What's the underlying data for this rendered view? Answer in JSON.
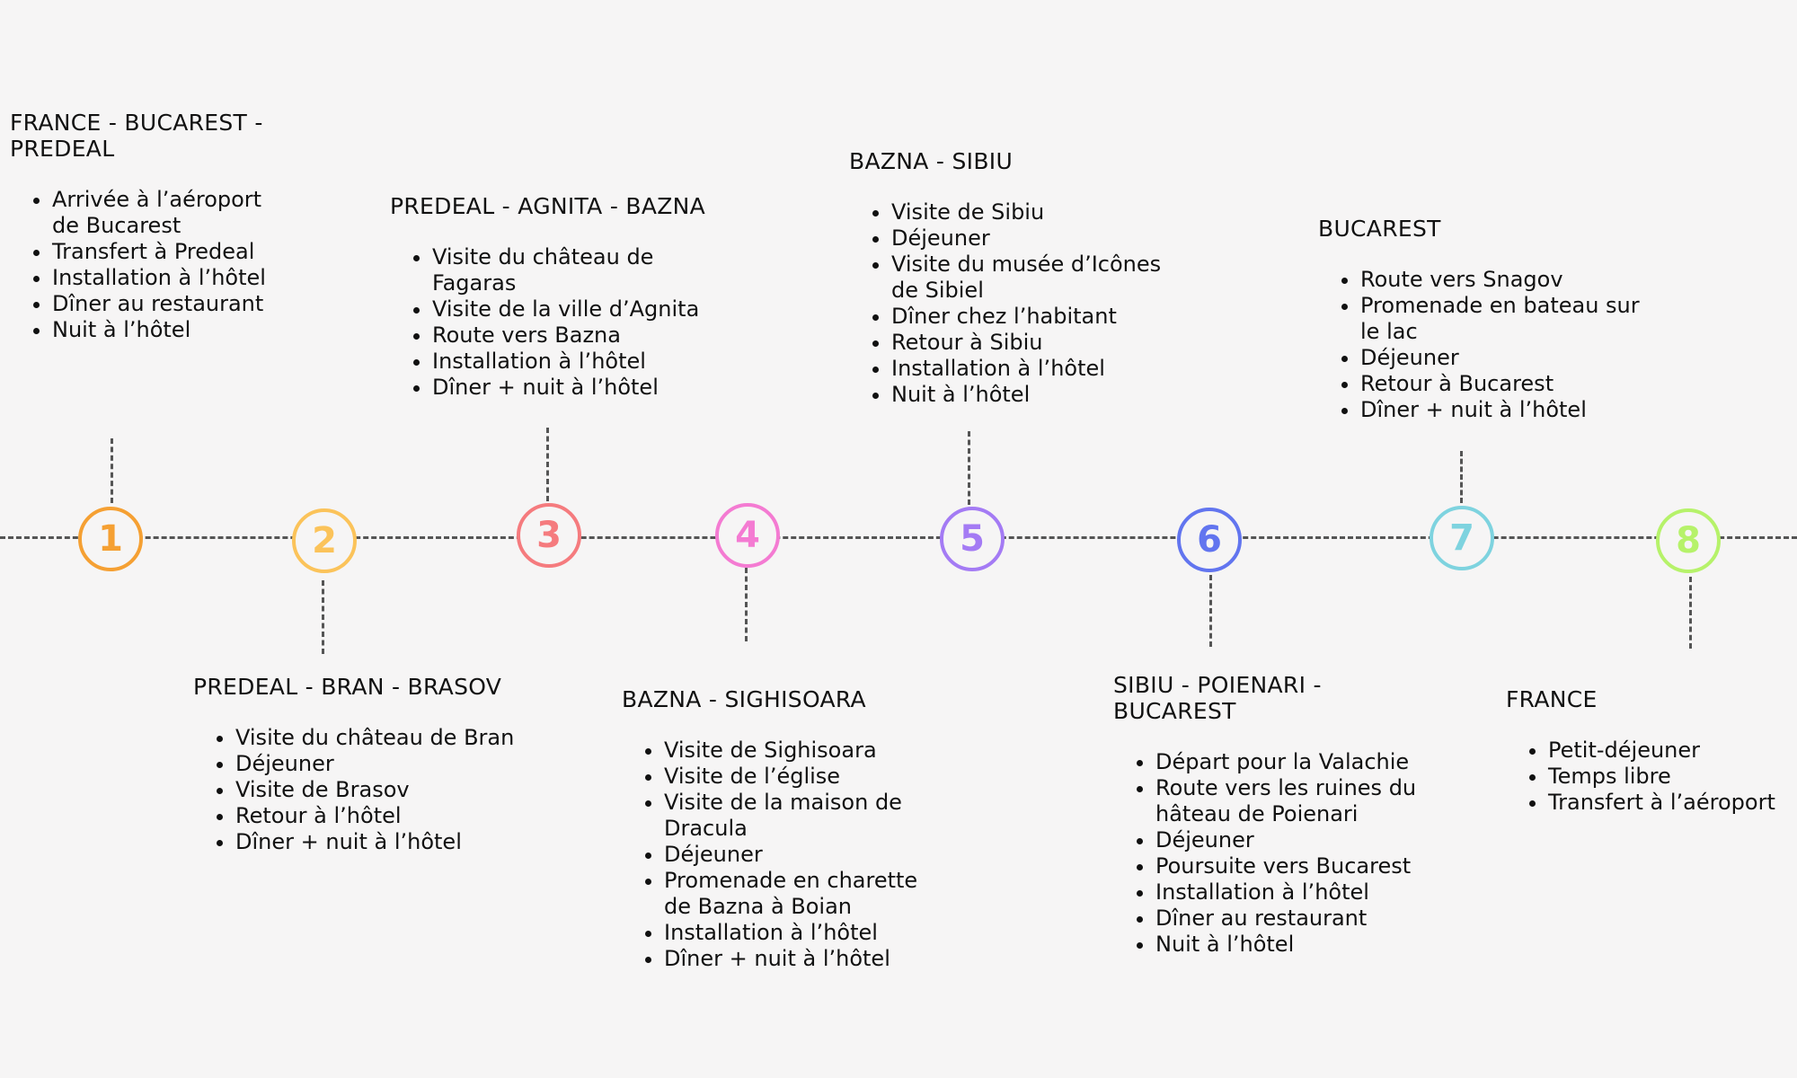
{
  "timeline": {
    "stops": [
      {
        "number": "1",
        "color": "#f5a033",
        "title": "FRANCE - BUCAREST - PREDEAL",
        "items": [
          "Arrivée à l’aéroport de Bucarest",
          "Transfert à Predeal",
          "Installation à l’hôtel",
          "Dîner au restaurant",
          "Nuit à l’hôtel"
        ]
      },
      {
        "number": "2",
        "color": "#fbc35a",
        "title": "PREDEAL - BRAN - BRASOV",
        "items": [
          "Visite du château de Bran",
          "Déjeuner",
          "Visite de Brasov",
          "Retour à l’hôtel",
          "Dîner + nuit à l’hôtel"
        ]
      },
      {
        "number": "3",
        "color": "#f57b7e",
        "title": "PREDEAL - AGNITA - BAZNA",
        "items": [
          "Visite du château de Fagaras",
          "Visite de la ville d’Agnita",
          "Route vers Bazna",
          "Installation à l’hôtel",
          "Dîner + nuit à l’hôtel"
        ]
      },
      {
        "number": "4",
        "color": "#f47bd2",
        "title": "BAZNA - SIGHISOARA",
        "items": [
          "Visite de Sighisoara",
          "Visite de l’église",
          "Visite de la maison de Dracula",
          "Déjeuner",
          "Promenade en charette de Bazna à Boian",
          "Installation à l’hôtel",
          "Dîner + nuit à l’hôtel"
        ]
      },
      {
        "number": "5",
        "color": "#a47bf4",
        "title": "BAZNA - SIBIU",
        "items": [
          "Visite de Sibiu",
          "Déjeuner",
          "Visite du musée d’Icônes de Sibiel",
          "Dîner chez l’habitant",
          "Retour à Sibiu",
          "Installation à l’hôtel",
          "Nuit à l’hôtel"
        ]
      },
      {
        "number": "6",
        "color": "#6275ef",
        "title": "SIBIU - POIENARI - BUCAREST",
        "items": [
          "Départ pour la Valachie",
          "Route vers les ruines du hâteau de Poienari",
          "Déjeuner",
          "Poursuite vers Bucarest",
          "Installation à l’hôtel",
          "Dîner au restaurant",
          "Nuit à l’hôtel"
        ]
      },
      {
        "number": "7",
        "color": "#7ed3df",
        "title": "BUCAREST",
        "items": [
          "Route vers Snagov",
          "Promenade en bateau sur le lac",
          "Déjeuner",
          "Retour à Bucarest",
          "Dîner + nuit à l’hôtel"
        ]
      },
      {
        "number": "8",
        "color": "#b6f26a",
        "title": "FRANCE",
        "items": [
          "Petit-déjeuner",
          "Temps libre",
          "Transfert à l’aéroport"
        ]
      }
    ]
  }
}
